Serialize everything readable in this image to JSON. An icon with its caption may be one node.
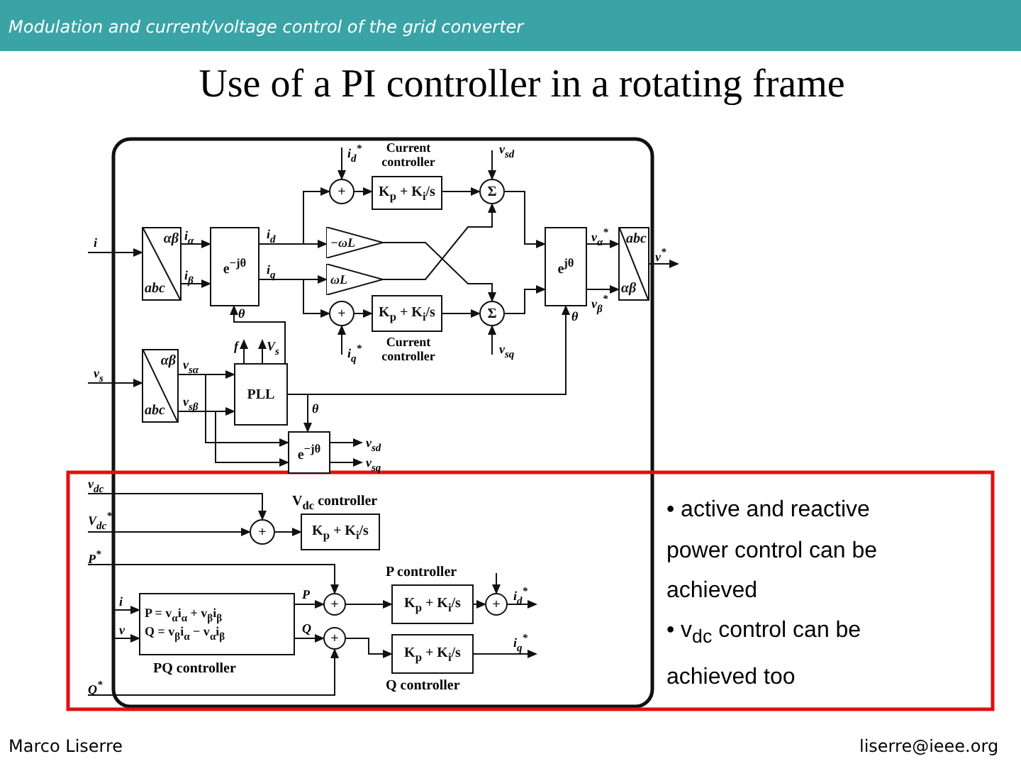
{
  "diagram": {
    "title": "Use of a PI controller in a rotating frame",
    "nodes": [
      {
        "text": [
          "αβ",
          "abc"
        ]
      },
      {
        "text": [
          "e$^{−jθ}$"
        ]
      },
      {
        "text": [
          "+"
        ]
      },
      {
        "text": [
          "K$_{p}$ + K$_{i}$/s"
        ],
        "beside": [
          "Current controller"
        ]
      },
      {
        "text": [
          "Σ"
        ]
      },
      {
        "text": [
          "−ωL"
        ]
      },
      {
        "text": [
          "ωL"
        ]
      },
      {
        "text": [
          "+"
        ]
      },
      {
        "text": [
          "K$_{p}$ + K$_{i}$/s"
        ],
        "beside": [
          "Current controller"
        ]
      },
      {
        "text": [
          "Σ"
        ]
      },
      {
        "text": [
          "e$^{jθ}$"
        ]
      },
      {
        "text": [
          "abc",
          "αβ"
        ]
      },
      {
        "text": [
          "αβ",
          "abc"
        ]
      },
      {
        "text": [
          "PLL"
        ]
      },
      {
        "text": [
          "e$^{−jθ}$"
        ]
      },
      {
        "text": [
          "+"
        ]
      },
      {
        "text": [
          "K$_{p}$ + K$_{i}$/s"
        ],
        "beside": [
          "V$_{dc}$ controller"
        ]
      },
      {
        "text": [
          "P = v$_{α}$i$_{α}$ + v$_{β}$i$_{β}$",
          "Q = v$_{β}$i$_{α}$ − v$_{α}$i$_{β}$"
        ],
        "beside": [
          "PQ controller"
        ]
      },
      {
        "text": [
          "+"
        ]
      },
      {
        "text": [
          "+"
        ]
      },
      {
        "text": [
          "K$_{p}$ + K$_{i}$/s"
        ],
        "beside": [
          "P controller"
        ]
      },
      {
        "text": [
          "K$_{p}$ + K$_{i}$/s"
        ],
        "beside": [
          "Q controller"
        ]
      },
      {
        "text": [
          "+"
        ]
      }
    ],
    "edges": [
      {
        "from": null,
        "to": 0,
        "arrow": "to",
        "label": "i"
      },
      {
        "from": 0,
        "to": 1,
        "arrow": "to",
        "label": "i$_{α}$"
      },
      {
        "from": 0,
        "to": 1,
        "arrow": "to",
        "label": "i$_{β}$"
      },
      {
        "from": 1,
        "to": 2,
        "arrow": "to",
        "label": "i$_{d}$"
      },
      {
        "from": null,
        "to": 2,
        "arrow": "to",
        "label": "i$_{d}$$^{*}$"
      },
      {
        "from": 2,
        "to": 3,
        "arrow": "to"
      },
      {
        "from": 3,
        "to": 4,
        "arrow": "to"
      },
      {
        "from": null,
        "to": 4,
        "arrow": "to",
        "label": "v$_{sd}$"
      },
      {
        "from": 1,
        "to": 5,
        "arrow": "to"
      },
      {
        "from": 1,
        "to": 6,
        "arrow": "to",
        "label": "i$_{q}$"
      },
      {
        "from": 5,
        "to": 9,
        "arrow": "to"
      },
      {
        "from": 6,
        "to": 4,
        "arrow": "to"
      },
      {
        "from": 1,
        "to": 7,
        "arrow": "to"
      },
      {
        "from": null,
        "to": 7,
        "arrow": "to",
        "label": "i$_{q}$$^{*}$"
      },
      {
        "from": 7,
        "to": 8,
        "arrow": "to"
      },
      {
        "from": 8,
        "to": 9,
        "arrow": "to"
      },
      {
        "from": null,
        "to": 9,
        "arrow": "to",
        "label": "v$_{sq}$"
      },
      {
        "from": 4,
        "to": 10,
        "arrow": "to"
      },
      {
        "from": 9,
        "to": 10,
        "arrow": "to"
      },
      {
        "from": 10,
        "to": 11,
        "arrow": "to",
        "label": "v$_{α}$$^{*}$"
      },
      {
        "from": 10,
        "to": 11,
        "arrow": "to",
        "label": "v$_{β}$$^{*}$"
      },
      {
        "from": 11,
        "to": null,
        "arrow": "to",
        "label": "v$^{*}$"
      },
      {
        "from": null,
        "to": 12,
        "arrow": "to",
        "label": "v$_{s}$"
      },
      {
        "from": 12,
        "to": 13,
        "arrow": "to",
        "label": "v$_{sα}$"
      },
      {
        "from": 12,
        "to": 13,
        "arrow": "to",
        "label": "v$_{sβ}$"
      },
      {
        "from": 13,
        "to": 1,
        "arrow": "to",
        "label": "θ"
      },
      {
        "from": 13,
        "to": 10,
        "arrow": "to",
        "label": "θ"
      },
      {
        "from": 13,
        "to": 14,
        "arrow": "to",
        "label": "θ"
      },
      {
        "from": 12,
        "to": 14,
        "arrow": "to"
      },
      {
        "from": 12,
        "to": 14,
        "arrow": "to"
      },
      {
        "from": 13,
        "to": null,
        "arrow": "to",
        "label": "f"
      },
      {
        "from": 13,
        "to": null,
        "arrow": "to",
        "label": "V$_{s}$"
      },
      {
        "from": 14,
        "to": null,
        "arrow": "to",
        "label": "v$_{sd}$"
      },
      {
        "from": 14,
        "to": null,
        "arrow": "to",
        "label": "v$_{sq}$"
      },
      {
        "from": null,
        "to": 15,
        "arrow": "to",
        "label": "v$_{dc}$"
      },
      {
        "from": null,
        "to": 15,
        "arrow": "to",
        "label": "V$_{dc}$$^{*}$"
      },
      {
        "from": 15,
        "to": 16,
        "arrow": "to"
      },
      {
        "from": null,
        "to": 18,
        "arrow": "to",
        "label": "P$^{*}$"
      },
      {
        "from": null,
        "to": 17,
        "arrow": "to",
        "label": "i"
      },
      {
        "from": null,
        "to": 17,
        "arrow": "to",
        "label": "v"
      },
      {
        "from": 17,
        "to": 18,
        "arrow": "to",
        "label": "P"
      },
      {
        "from": 17,
        "to": 19,
        "arrow": "to",
        "label": "Q"
      },
      {
        "from": null,
        "to": 19,
        "arrow": "to",
        "label": "Q$^{*}$"
      },
      {
        "from": 18,
        "to": 20,
        "arrow": "to"
      },
      {
        "from": 19,
        "to": 21,
        "arrow": "to"
      },
      {
        "from": 20,
        "to": 22,
        "arrow": "to"
      },
      {
        "from": null,
        "to": 22,
        "arrow": "to"
      },
      {
        "from": 22,
        "to": null,
        "arrow": "to",
        "label": "i$_{d}$$^{*}$"
      },
      {
        "from": 21,
        "to": null,
        "arrow": "to",
        "label": "i$_{q}$$^{*}$"
      }
    ],
    "labels": [
      "Modulation and current/voltage control of the grid converter",
      "• active and reactive power control can be achieved",
      "• v$_{dc}$ control can be achieved too",
      "Marco Liserre",
      "liserre@ieee.org"
    ]
  }
}
